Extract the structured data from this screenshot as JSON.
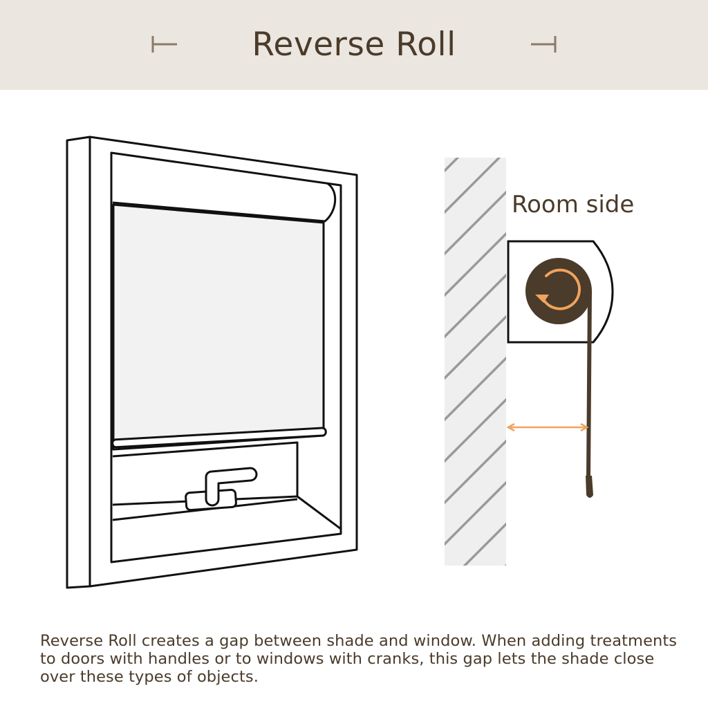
{
  "header": {
    "title": "Reverse Roll"
  },
  "diagram": {
    "room_side_label": "Room side",
    "colors": {
      "header_bg": "#ebe6df",
      "text_brown": "#4a3b2b",
      "outline": "#111111",
      "shade_fill": "#f2f2f2",
      "wall_fill": "#efefef",
      "hatch": "#9a9a9a",
      "accent_orange": "#f0a35e",
      "roller_brown": "#4a3b2b"
    },
    "icons": [
      "left-bracket-icon",
      "right-bracket-icon",
      "rotate-arrow-icon"
    ]
  },
  "caption": {
    "text": "Reverse Roll creates a gap between shade and window. When adding treatments to doors with handles or to windows with cranks, this gap lets the shade close over these types of objects."
  }
}
